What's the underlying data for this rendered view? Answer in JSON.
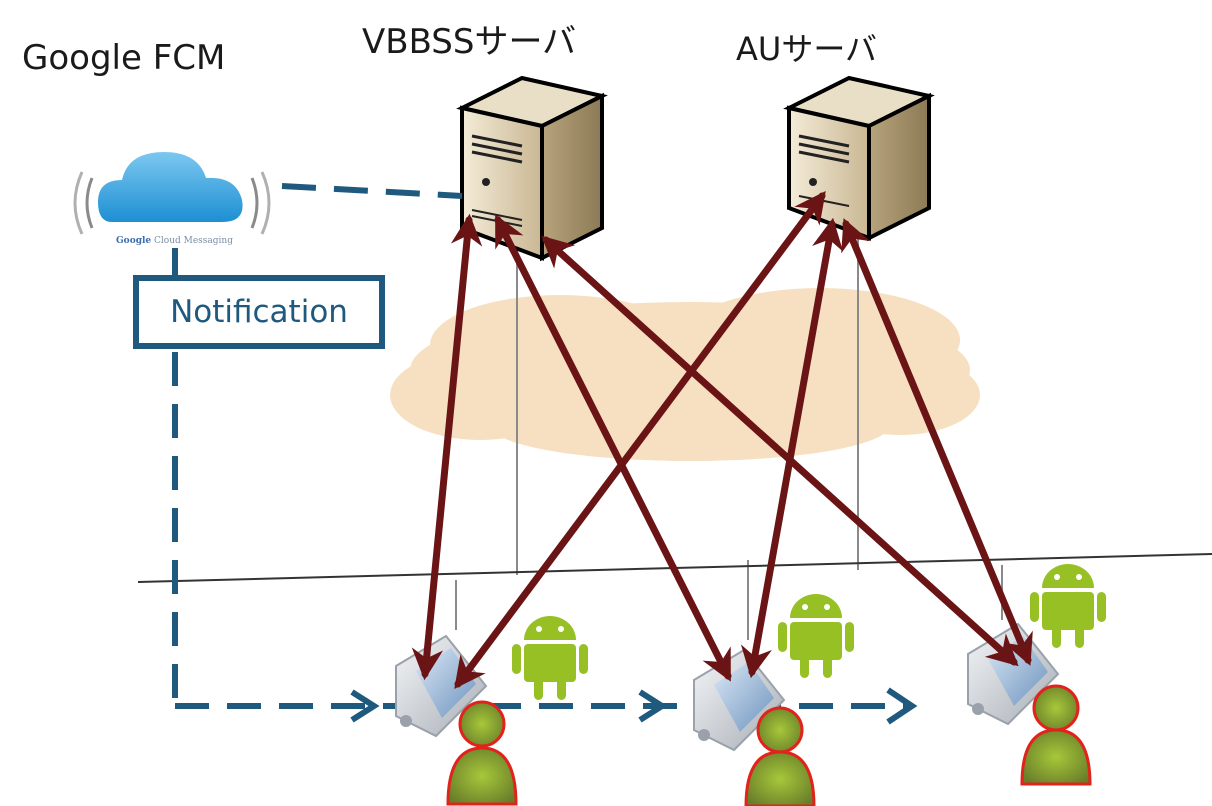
{
  "labels": {
    "fcm": "Google FCM",
    "vbbss_server": "VBBSSサーバ",
    "au_server": "AUサーバ",
    "notification": "Notification",
    "fcm_logo_brand": "Google",
    "fcm_logo_text": "Cloud Messaging"
  },
  "colors": {
    "arrow": "#6b1416",
    "dashed_line": "#1f5a7e",
    "cloud_fill": "#f6e0c1",
    "android": "#97c024",
    "person": "#6a9a2a",
    "person_outline": "#e0241b"
  },
  "icons": {
    "fcm": "cloud-messaging-icon",
    "server": "server-icon",
    "network": "network-cloud",
    "device": "terminal-device-icon",
    "android": "android-icon",
    "user": "user-icon"
  }
}
